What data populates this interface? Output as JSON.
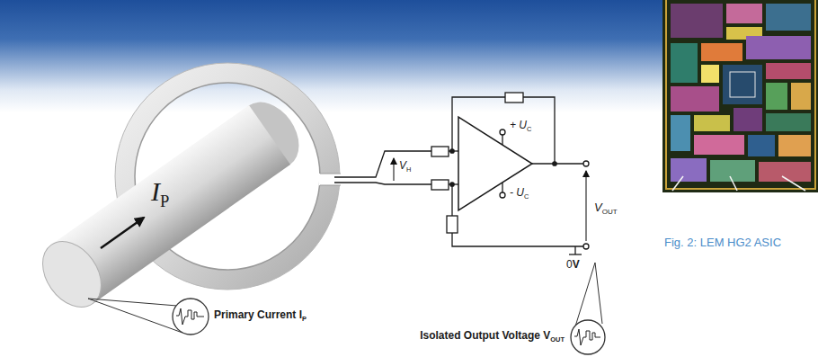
{
  "diagram": {
    "caption": "Fig. 2: LEM HG2 ASIC",
    "labels": [
      "IP",
      "VH",
      "+ UC",
      "- UC",
      "VOUT",
      "0V",
      "Primary Current IP",
      "Isolated Output Voltage VOUT"
    ]
  }
}
